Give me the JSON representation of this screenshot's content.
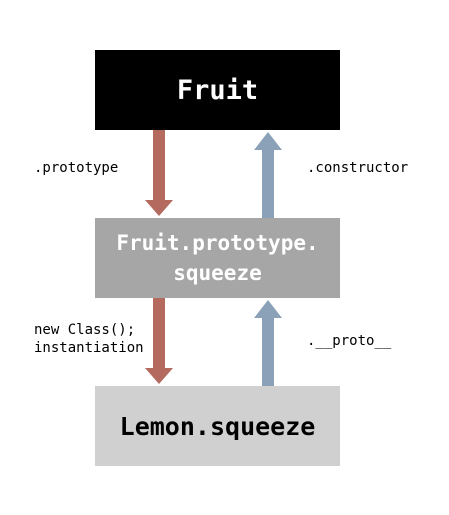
{
  "nodes": {
    "fruit": "Fruit",
    "prototype_line1": "Fruit.prototype.",
    "prototype_line2": "squeeze",
    "lemon": "Lemon.squeeze"
  },
  "edges": {
    "prototype": ".prototype",
    "constructor": ".constructor",
    "new_class_line1": "new Class();",
    "new_class_line2": "instantiation",
    "proto": ".__proto__"
  },
  "colors": {
    "down_arrow": "#b46a5f",
    "up_arrow": "#8ba1b8",
    "fruit_fill": "#000000",
    "prototype_fill": "#a6a6a6",
    "lemon_fill": "#d0d0d0"
  }
}
